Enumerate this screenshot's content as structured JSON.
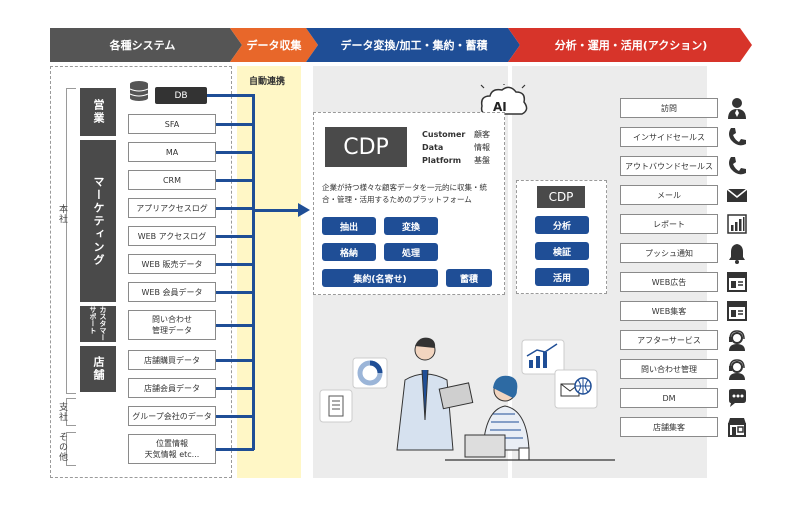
{
  "header": {
    "systems": "各種システム",
    "collect": "データ収集",
    "transform": "データ変換/加工・集約・蓄積",
    "analyze": "分析・運用・活用(アクション)"
  },
  "labels": {
    "auto_link": "自動連携",
    "honsha": "本社",
    "shisha": "支社",
    "sonota": "その他",
    "eigyo": "営業",
    "marketing": "マーケティング",
    "cs_support": "カスタマーサポート",
    "tenpo": "店舗"
  },
  "sources": [
    "DB",
    "SFA",
    "MA",
    "CRM",
    "アプリアクセスログ",
    "WEB アクセスログ",
    "WEB 販売データ",
    "WEB 会員データ",
    "問い合わせ\n管理データ",
    "店舗購買データ",
    "店舗会員データ",
    "グループ会社のデータ",
    "位置情報\n天気情報 etc..."
  ],
  "cdp": {
    "logo": "CDP",
    "expand_en": [
      "Customer",
      "Data",
      "Platform"
    ],
    "expand_ja": [
      "顧客",
      "情報",
      "基盤"
    ],
    "description": "企業が持つ様々な顧客データを一元的に収集・統合・管理・活用するためのプラットフォーム",
    "functions": [
      "抽出",
      "変換",
      "格納",
      "処理",
      "集約(名寄せ)",
      "蓄積"
    ],
    "ai": "AI"
  },
  "cdp2": {
    "logo": "CDP",
    "functions": [
      "分析",
      "検証",
      "活用"
    ]
  },
  "actions": [
    {
      "label": "訪問",
      "icon": "person-icon"
    },
    {
      "label": "インサイドセールス",
      "icon": "phone-icon"
    },
    {
      "label": "アウトバウンドセールス",
      "icon": "phone-icon"
    },
    {
      "label": "メール",
      "icon": "envelope-icon"
    },
    {
      "label": "レポート",
      "icon": "bar-chart-icon"
    },
    {
      "label": "プッシュ通知",
      "icon": "bell-icon"
    },
    {
      "label": "WEB広告",
      "icon": "webpage-icon"
    },
    {
      "label": "WEB集客",
      "icon": "webpage-icon"
    },
    {
      "label": "アフターサービス",
      "icon": "support-agent-icon"
    },
    {
      "label": "問い合わせ管理",
      "icon": "support-agent-icon"
    },
    {
      "label": "DM",
      "icon": "chat-bubble-icon"
    },
    {
      "label": "店舗集客",
      "icon": "store-icon"
    }
  ],
  "colors": {
    "header_gray": "#555555",
    "header_orange": "#e8672a",
    "header_blue": "#1f4e96",
    "header_red": "#d7342a",
    "accent_blue": "#1f4e96",
    "yellow_band": "#fff7c6",
    "gray_band": "#ececec"
  }
}
